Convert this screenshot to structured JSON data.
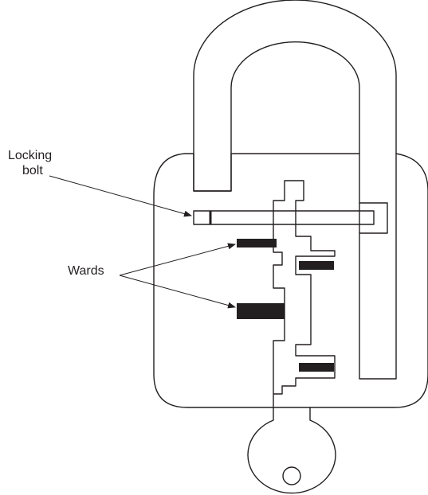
{
  "labels": {
    "locking_bolt_line1": "Locking",
    "locking_bolt_line2": "bolt",
    "wards": "Wards"
  },
  "colors": {
    "line": "#231f20",
    "background": "#ffffff"
  }
}
